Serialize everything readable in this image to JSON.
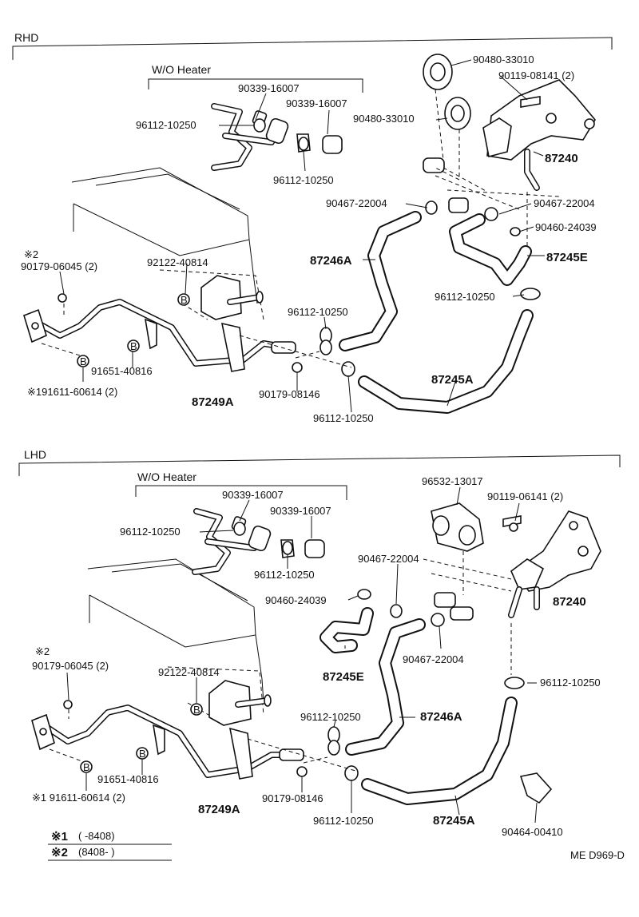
{
  "rhd": {
    "section_label": "RHD",
    "wo_heater": "W/O Heater",
    "labels": {
      "p90339_16007_a": "90339-16007",
      "p90339_16007_b": "90339-16007",
      "p96112_10250_a": "96112-10250",
      "p96112_10250_b": "96112-10250",
      "p90480_33010_a": "90480-33010",
      "p90480_33010_b": "90480-33010",
      "p90119_08141": "90119-08141 (2)",
      "p87240": "87240",
      "p90467_22004_a": "90467-22004",
      "p90467_22004_b": "90467-22004",
      "p90460_24039": "90460-24039",
      "mark2": "※2",
      "p90179_06045": "90179-06045 (2)",
      "p92122_40814": "92122-40814",
      "p87246a": "87246A",
      "p87245e": "87245E",
      "p96112_10250_c": "96112-10250",
      "p96112_10250_d": "96112-10250",
      "p91651_40816": "91651-40816",
      "p191611_60614": "※191611-60614 (2)",
      "p87249a": "87249A",
      "p90179_08146": "90179-08146",
      "p87245a": "87245A",
      "p96112_10250_e": "96112-10250"
    }
  },
  "lhd": {
    "section_label": "LHD",
    "wo_heater": "W/O Heater",
    "labels": {
      "p90339_16007_a": "90339-16007",
      "p90339_16007_b": "90339-16007",
      "p96112_10250_a": "96112-10250",
      "p96112_10250_b": "96112-10250",
      "p96532_13017": "96532-13017",
      "p90119_06141": "90119-06141 (2)",
      "p90467_22004_a": "90467-22004",
      "p87240": "87240",
      "p90460_24039": "90460-24039",
      "p87245e": "87245E",
      "p90467_22004_b": "90467-22004",
      "mark2": "※2",
      "p90179_06045": "90179-06045 (2)",
      "p92122_40814": "92122-40814",
      "p96112_10250_c": "96112-10250",
      "p96112_10250_d": "96112-10250",
      "p87246a": "87246A",
      "p91651_40816": "91651-40816",
      "p91611_60614": "※1 91611-60614 (2)",
      "p87249a": "87249A",
      "p90179_08146": "90179-08146",
      "p96112_10250_e": "96112-10250",
      "p87245a": "87245A",
      "p90464_00410": "90464-00410"
    }
  },
  "legend": {
    "mark1": "※1",
    "range1": "(      -8408)",
    "mark2": "※2",
    "range2": "(8408-        )"
  },
  "circle_marker": "B",
  "figure_code": "ME D969-D"
}
